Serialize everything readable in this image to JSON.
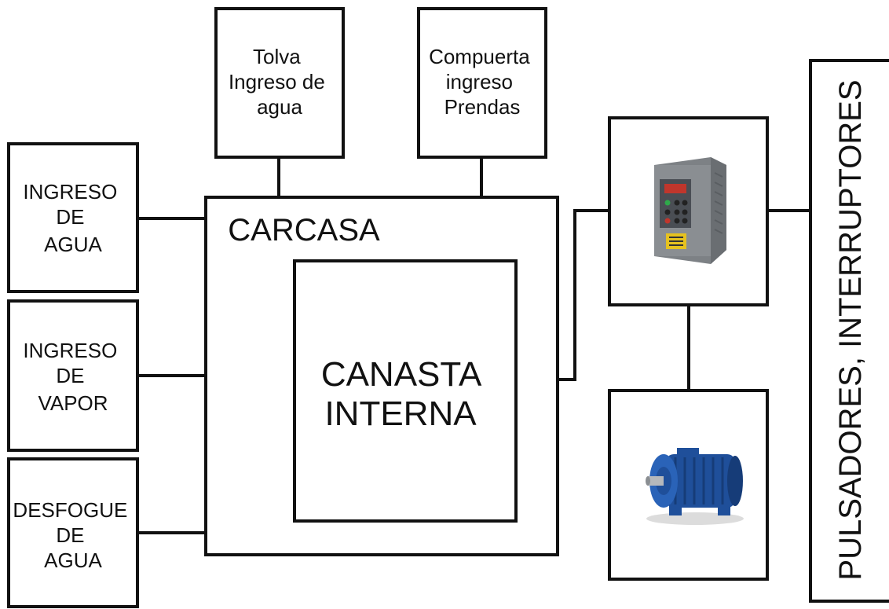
{
  "nodes": {
    "tolva": {
      "lines": [
        "Tolva",
        "Ingreso de",
        "agua"
      ]
    },
    "compuerta": {
      "lines": [
        "Compuerta",
        "ingreso",
        "Prendas"
      ]
    },
    "ingreso_agua": {
      "lines": [
        "INGRESO",
        "DE",
        "AGUA"
      ]
    },
    "ingreso_vapor": {
      "lines": [
        "INGRESO",
        "DE",
        "VAPOR"
      ]
    },
    "desfogue": {
      "lines": [
        "DESFOGUE",
        "DE",
        "AGUA"
      ]
    },
    "carcasa": {
      "label": "CARCASA"
    },
    "canasta": {
      "lines": [
        "CANASTA",
        "INTERNA"
      ]
    },
    "variador": {
      "icon": "frequency-inverter-icon"
    },
    "motor": {
      "icon": "electric-motor-icon"
    },
    "panel": {
      "label": "PULSADORES, INTERRUPTORES"
    }
  },
  "colors": {
    "stroke": "#111111",
    "inverter_body": "#8a8e92",
    "inverter_front": "#4a4e54",
    "motor_blue": "#1f4f9a"
  }
}
